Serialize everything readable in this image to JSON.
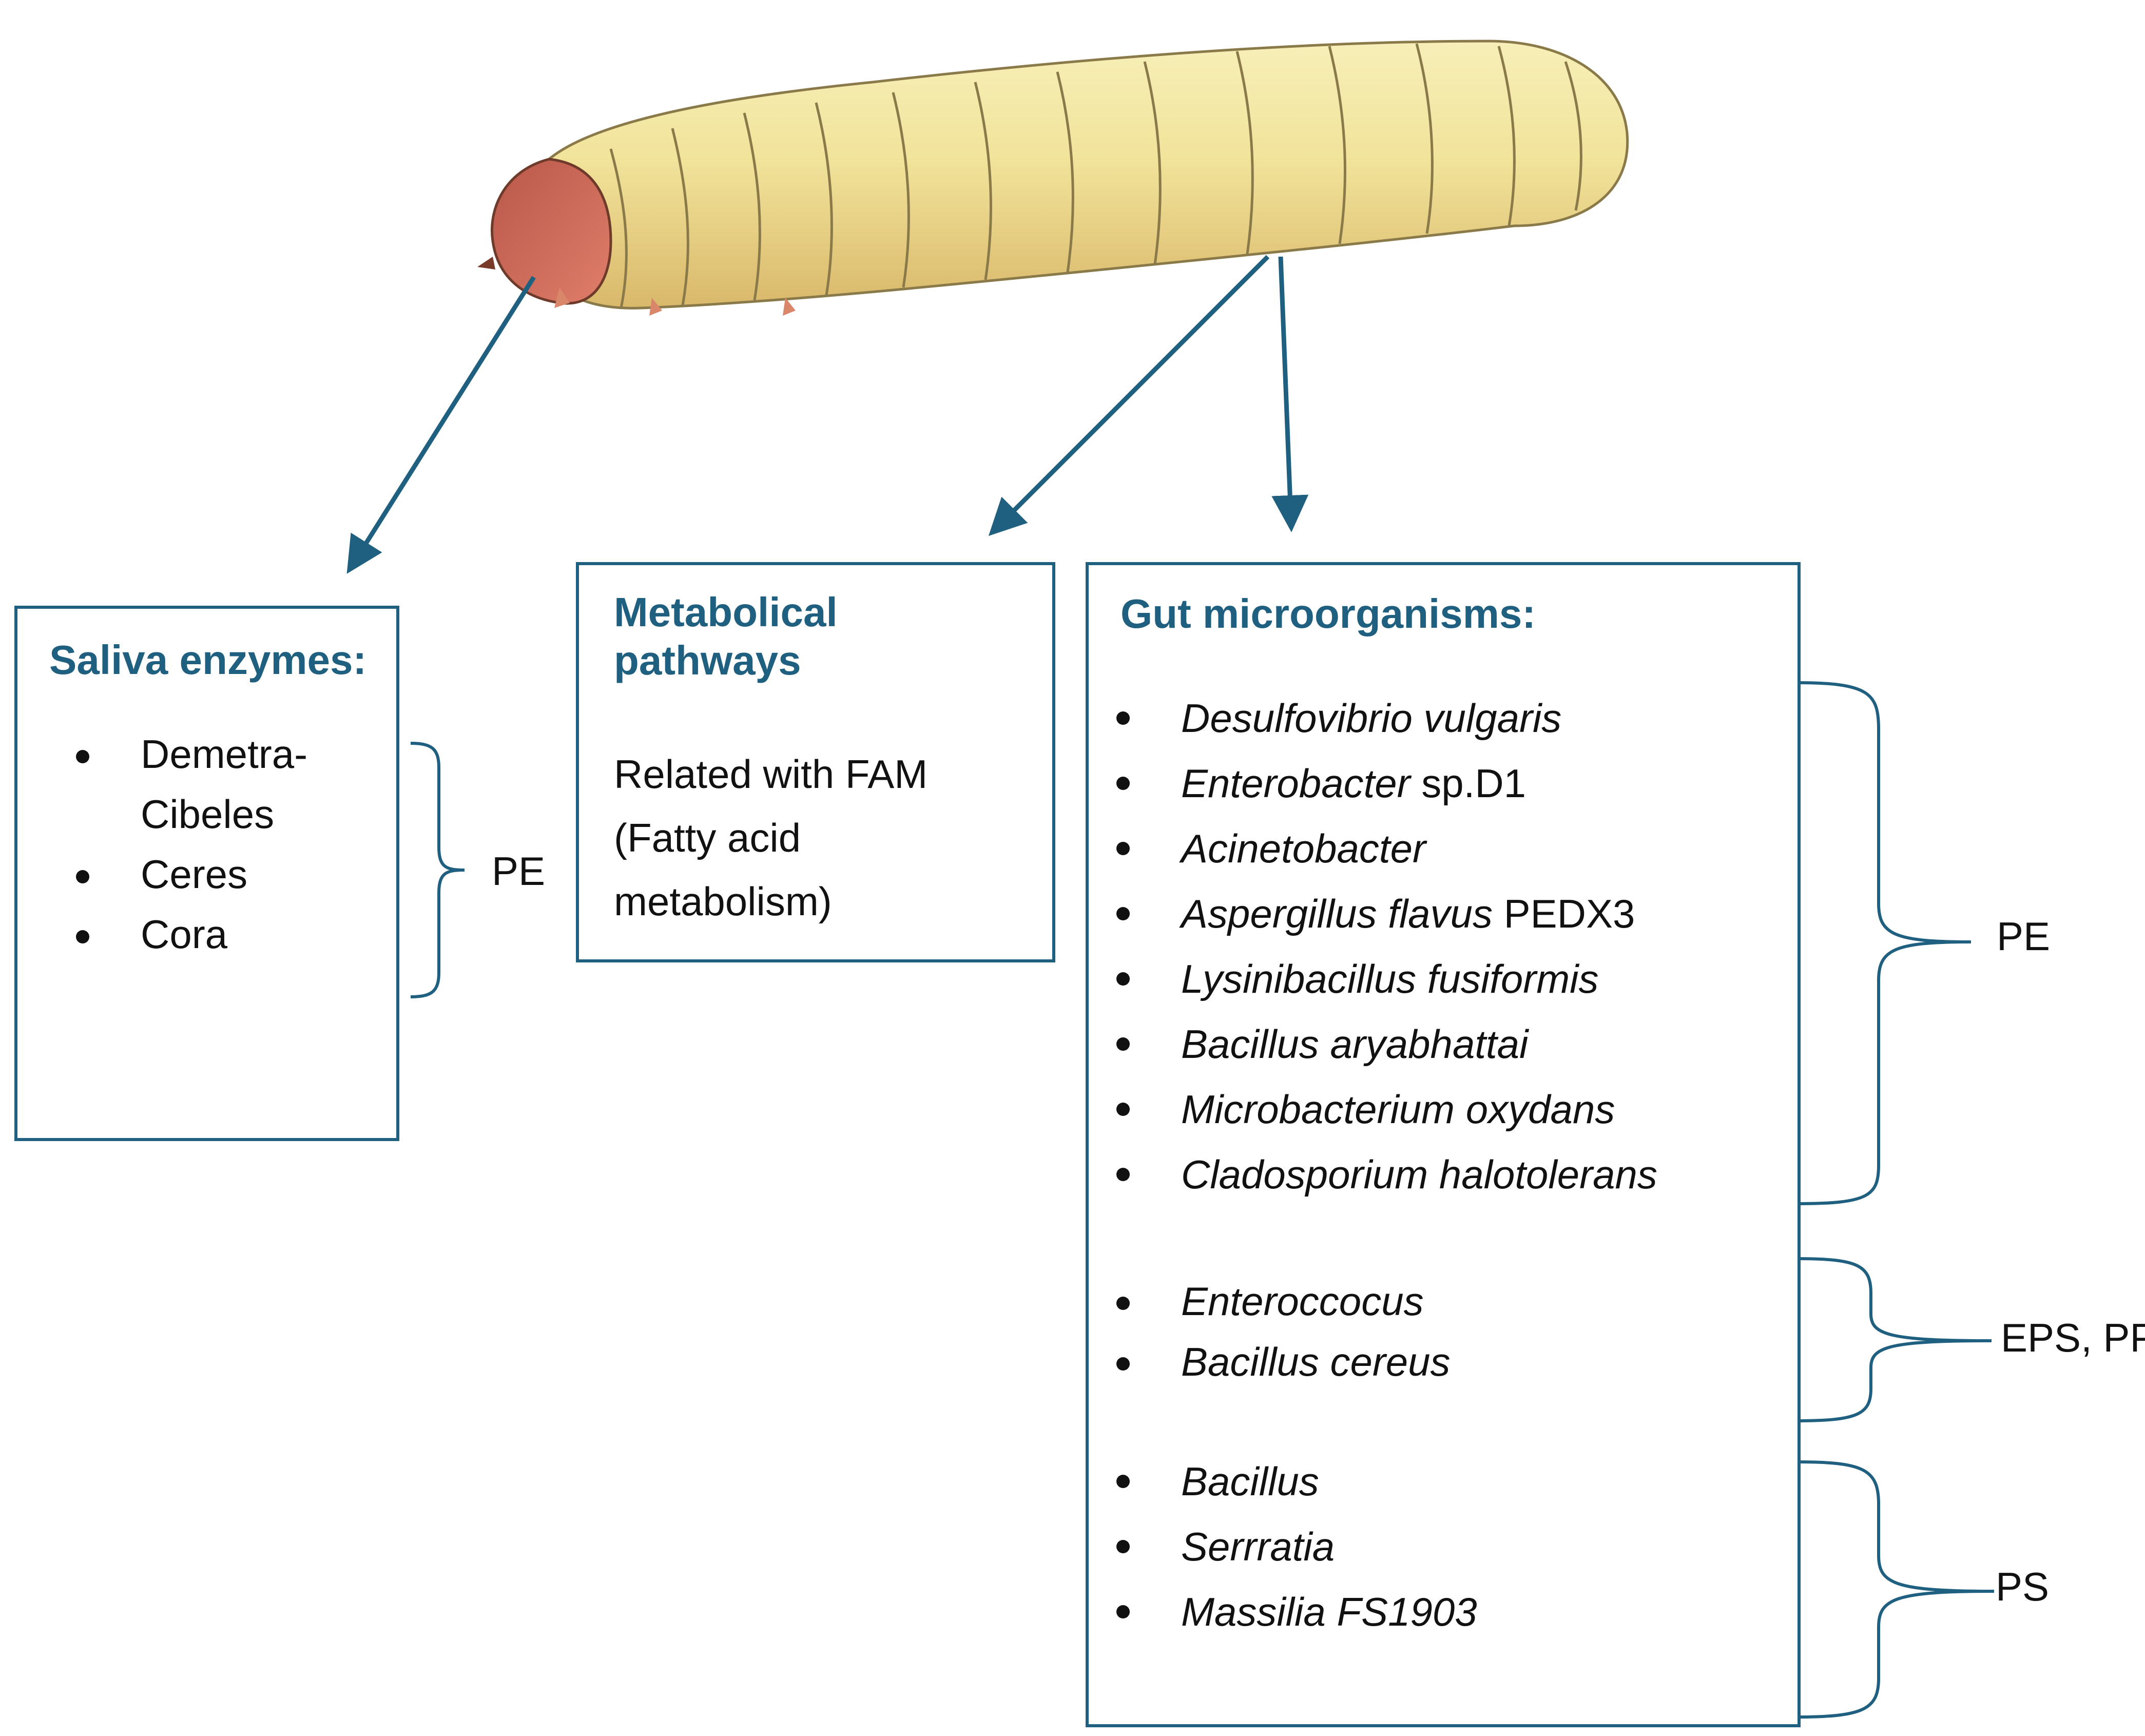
{
  "colors": {
    "accent": "#1f5f80",
    "larva_body": "#f3e49a",
    "larva_head": "#c96a55",
    "text": "#111111"
  },
  "saliva": {
    "title": "Saliva enzymes:",
    "items": [
      "Demetra-Cibeles",
      "Ceres",
      "Cora"
    ],
    "target": "PE"
  },
  "metabolic": {
    "title": "Metabolical pathways",
    "description": "Related with FAM (Fatty acid metabolism)"
  },
  "gut": {
    "title": "Gut microorganisms:",
    "group1": {
      "items": [
        {
          "italic": "Desulfovibrio vulgaris",
          "normal": ""
        },
        {
          "italic": "Enterobacter",
          "normal": " sp.D1"
        },
        {
          "italic": "Acinetobacter",
          "normal": ""
        },
        {
          "italic": "Aspergillus flavus",
          "normal": " PEDX3"
        },
        {
          "italic": "Lysinibacillus fusiformis",
          "normal": ""
        },
        {
          "italic": "Bacillus aryabhattai",
          "normal": ""
        },
        {
          "italic": "Microbacterium oxydans",
          "normal": ""
        },
        {
          "italic": "Cladosporium halotolerans",
          "normal": ""
        }
      ],
      "target": "PE"
    },
    "group2": {
      "items": [
        {
          "italic": "Enteroccocus",
          "normal": ""
        },
        {
          "italic": "Bacillus cereus",
          "normal": ""
        }
      ],
      "target": "EPS, PP"
    },
    "group3": {
      "items": [
        {
          "italic": "Bacillus",
          "normal": ""
        },
        {
          "italic": "Serrratia",
          "normal": ""
        },
        {
          "italic": "Massilia FS1903",
          "normal": ""
        }
      ],
      "target": "PS"
    }
  }
}
